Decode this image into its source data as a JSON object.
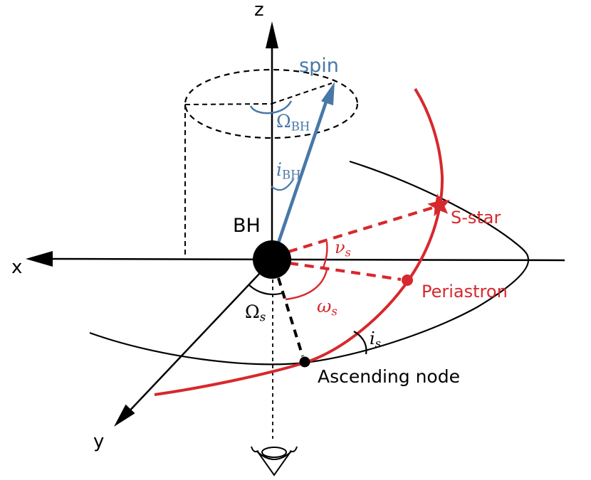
{
  "colors": {
    "ink": "#000000",
    "spin_blue": "#4878a8",
    "orbit_red": "#d7282d",
    "background": "#ffffff"
  },
  "labels": {
    "z_axis": "z",
    "x_axis": "x",
    "y_axis": "y",
    "black_hole": "BH",
    "spin": "spin",
    "omega_bh": {
      "symbol": "Ω",
      "subscript": "BH"
    },
    "i_bh": {
      "symbol": "i",
      "subscript": "BH"
    },
    "nu_s": {
      "symbol": "ν",
      "subscript": "s"
    },
    "omega_small_s": {
      "symbol": "ω",
      "subscript": "s"
    },
    "omega_cap_s": {
      "symbol": "Ω",
      "subscript": "s"
    },
    "i_s": {
      "symbol": "i",
      "subscript": "s"
    },
    "s_star": "S-star",
    "periastron": "Periastron",
    "ascending_node": "Ascending node"
  }
}
